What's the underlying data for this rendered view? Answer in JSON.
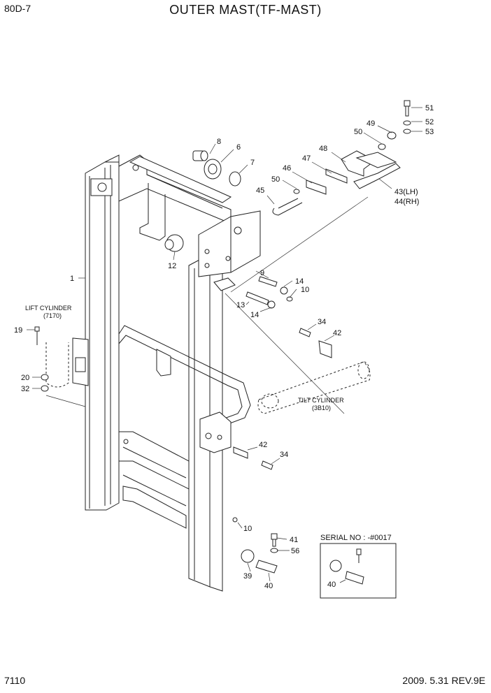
{
  "header": {
    "model": "80D-7",
    "title": "OUTER MAST(TF-MAST)"
  },
  "footer": {
    "page": "7110",
    "date_rev": "2009. 5.31  REV.9E"
  },
  "callouts": {
    "c1": "1",
    "c6": "6",
    "c7": "7",
    "c8": "8",
    "c9": "9",
    "c10a": "10",
    "c10b": "10",
    "c12": "12",
    "c13": "13",
    "c14a": "14",
    "c14b": "14",
    "c19": "19",
    "c20": "20",
    "c32": "32",
    "c34a": "34",
    "c34b": "34",
    "c39": "39",
    "c40a": "40",
    "c40b": "40",
    "c41": "41",
    "c42a": "42",
    "c42b": "42",
    "c43": "43(LH)",
    "c44": "44(RH)",
    "c45": "45",
    "c46": "46",
    "c47": "47",
    "c48": "48",
    "c49": "49",
    "c50a": "50",
    "c50b": "50",
    "c51": "51",
    "c52": "52",
    "c53": "53",
    "c56": "56"
  },
  "notes": {
    "lift_cyl": "LIFT CYLINDER",
    "lift_ref": "(7170)",
    "tilt_cyl": "TILT CYLINDER",
    "tilt_ref": "(3B10)",
    "serial": "SERIAL NO : -#0017"
  }
}
